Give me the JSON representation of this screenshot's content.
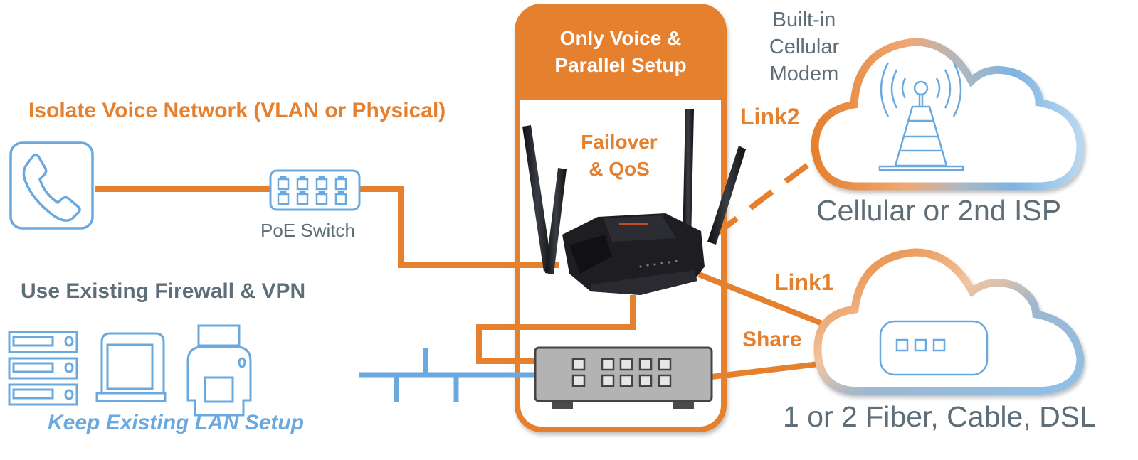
{
  "colors": {
    "orange": "#E5802F",
    "blue": "#6AA9DF",
    "gray_text": "#5E6E78",
    "switch_body": "#B3B3B3",
    "router": "#1E1E22"
  },
  "labels": {
    "isolate_voice": "Isolate Voice Network (VLAN or Physical)",
    "poe_switch": "PoE Switch",
    "use_existing": "Use Existing Firewall  & VPN",
    "keep_lan": "Keep Existing LAN Setup",
    "panel_title_line1": "Only Voice &",
    "panel_title_line2": "Parallel Setup",
    "failover_line1": "Failover",
    "failover_line2": "& QoS",
    "builtin_line1": "Built-in",
    "builtin_line2": "Cellular",
    "builtin_line3": "Modem",
    "link2": "Link2",
    "link1": "Link1",
    "share": "Share",
    "cellular_isp": "Cellular or 2nd ISP",
    "fiber": "1 or 2 Fiber, Cable, DSL"
  },
  "icons": {
    "phone": "phone-icon",
    "poe_switch": "poe-switch-icon",
    "server": "server-rack-icon",
    "laptop": "laptop-icon",
    "printer": "printer-icon",
    "router": "router-icon",
    "switch": "network-switch-icon",
    "tower": "cell-tower-icon",
    "modem": "modem-icon",
    "cloud_top": "cloud-icon",
    "cloud_bottom": "cloud-icon"
  }
}
